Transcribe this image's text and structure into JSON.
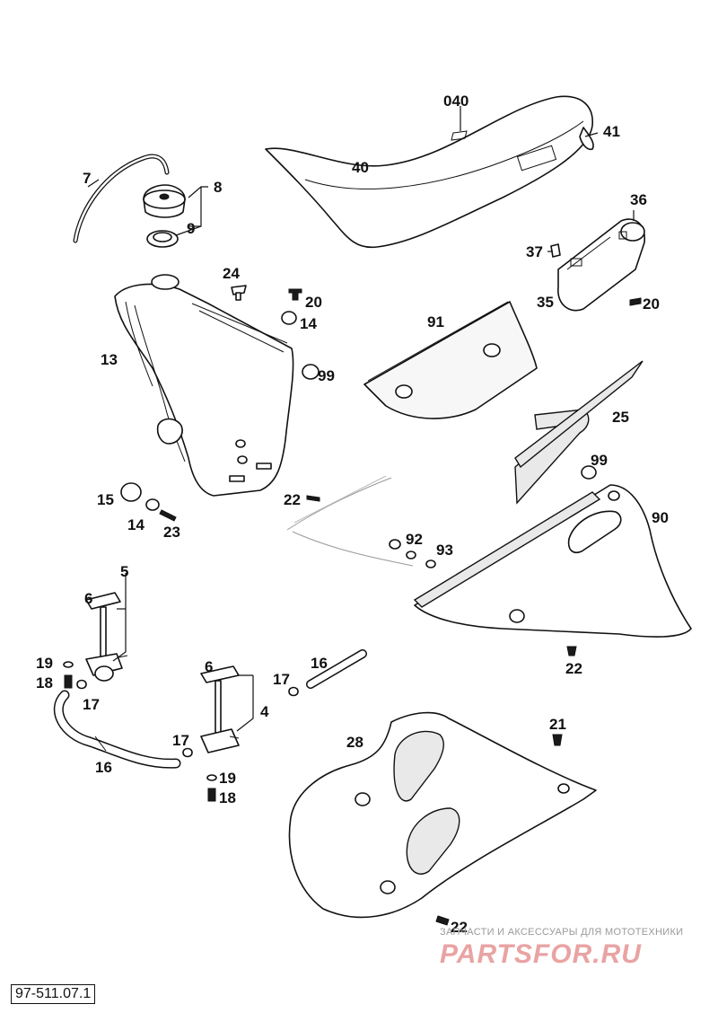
{
  "diagram": {
    "code": "97-511.07.1",
    "labels": {
      "l040": "040",
      "l41": "41",
      "l40": "40",
      "l7": "7",
      "l8": "8",
      "l9": "9",
      "l36": "36",
      "l37": "37",
      "l35": "35",
      "l20b": "20",
      "l24": "24",
      "l20a": "20",
      "l14a": "14",
      "l91": "91",
      "l13": "13",
      "l99a": "99",
      "l25": "25",
      "l99b": "99",
      "l90": "90",
      "l15": "15",
      "l14b": "14",
      "l23": "23",
      "l22a": "22",
      "l92": "92",
      "l93": "93",
      "l5": "5",
      "l6a": "6",
      "l19a": "19",
      "l18a": "18",
      "l17a": "17",
      "l22b": "22",
      "l6b": "6",
      "l17b": "17",
      "l16a": "16",
      "l4": "4",
      "l17c": "17",
      "l16b": "16",
      "l28": "28",
      "l21": "21",
      "l19b": "19",
      "l18b": "18",
      "l22c": "22"
    }
  },
  "watermark": {
    "tagline": "ЗАПЧАСТИ И АКСЕССУАРЫ ДЛЯ МОТОТЕХНИКИ",
    "brand": "PARTSFOR.RU",
    "color": "#e9a3a3"
  }
}
